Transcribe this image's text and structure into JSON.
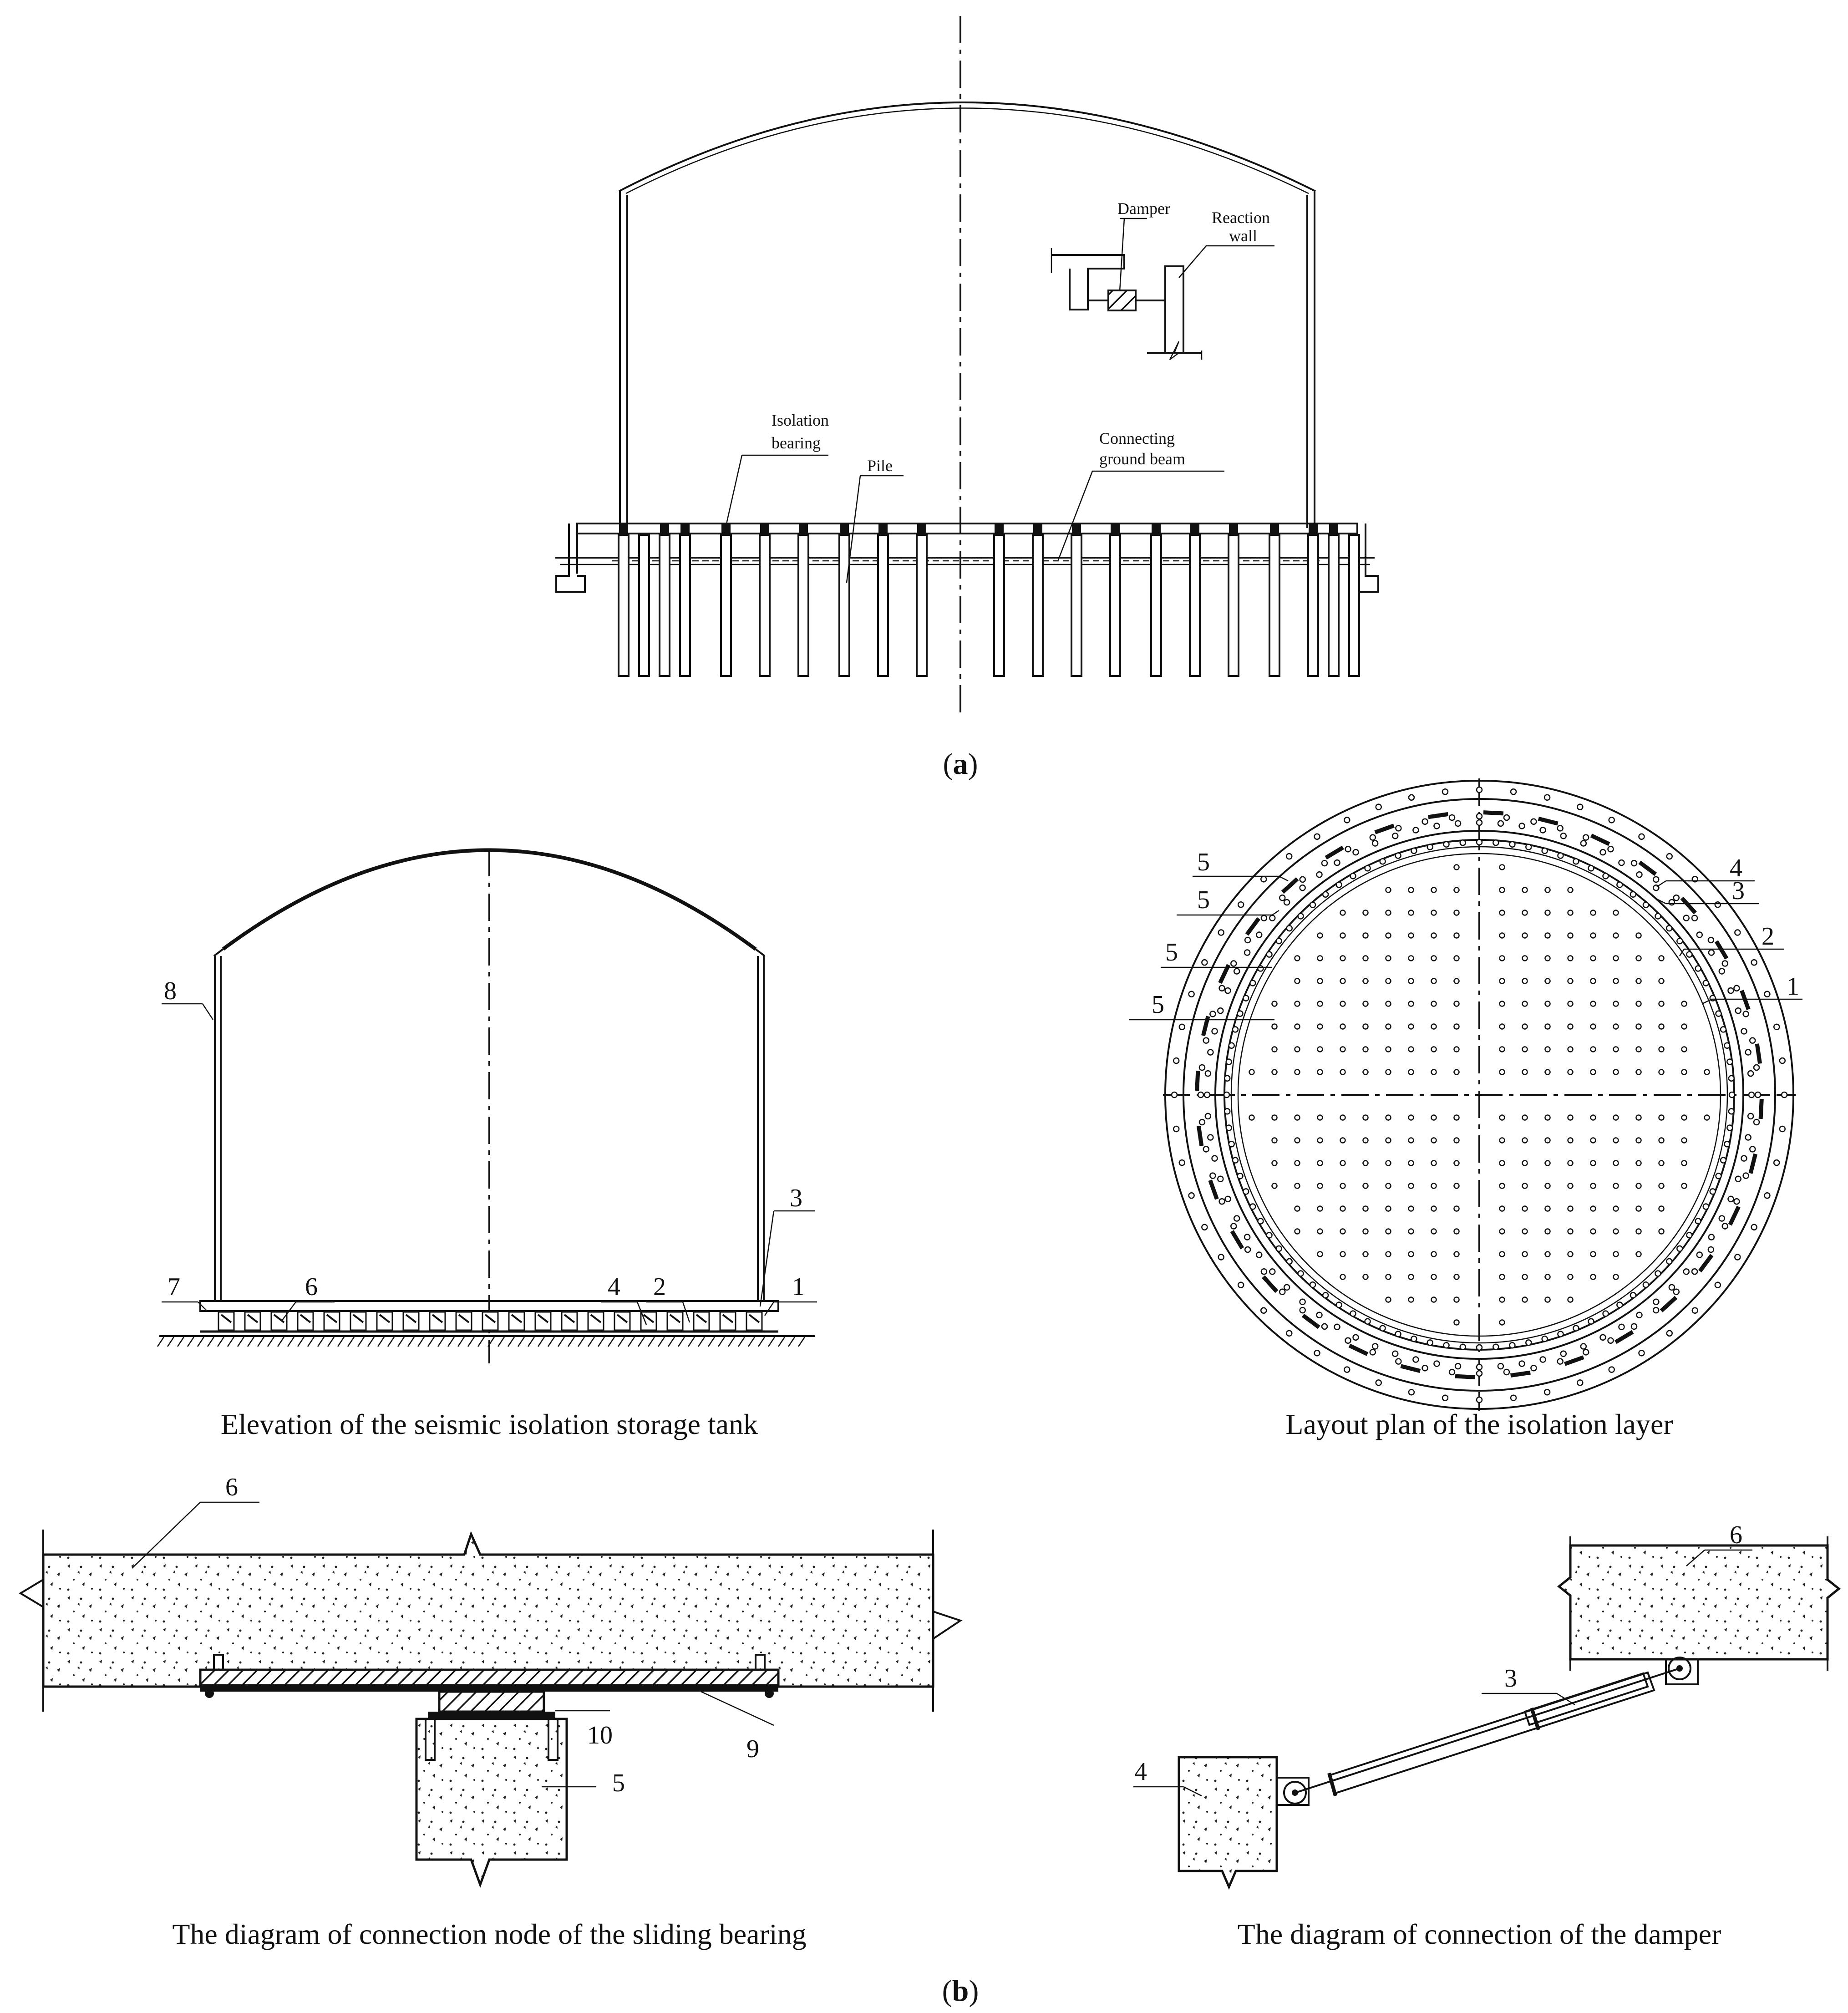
{
  "panel_a": {
    "labels": {
      "damper": "Damper",
      "reaction_wall_1": "Reaction",
      "reaction_wall_2": "wall",
      "isolation_bearing_1": "Isolation",
      "isolation_bearing_2": "bearing",
      "pile": "Pile",
      "connecting_beam_1": "Connecting",
      "connecting_beam_2": "ground beam"
    },
    "caption_open": "(",
    "caption_letter": "a",
    "caption_close": ")"
  },
  "panel_b": {
    "elevation": {
      "caption": "Elevation of the seismic isolation storage tank",
      "callouts": [
        "8",
        "7",
        "6",
        "4",
        "2",
        "3",
        "1"
      ]
    },
    "layout_plan": {
      "caption": "Layout plan of the isolation layer",
      "callouts": [
        "5",
        "5",
        "5",
        "5",
        "4",
        "3",
        "2",
        "1"
      ]
    },
    "sliding_bearing": {
      "caption": "The diagram of connection node of the sliding bearing",
      "callouts": [
        "6",
        "10",
        "9",
        "5"
      ]
    },
    "damper_connection": {
      "caption": "The diagram of connection of the damper",
      "callouts": [
        "6",
        "3",
        "4"
      ]
    },
    "caption_open": "(",
    "caption_letter": "b",
    "caption_close": ")"
  }
}
